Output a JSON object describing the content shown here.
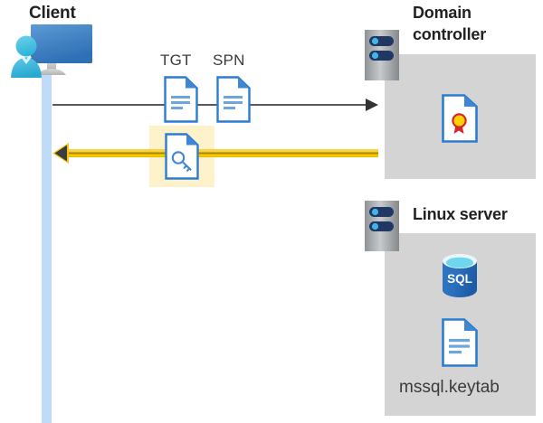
{
  "diagram": {
    "type": "kerberos-authentication-flow",
    "background": "#ffffff",
    "colors": {
      "panel_gray": "#d4d4d4",
      "lifeline_blue": "#bfdbf7",
      "highlight_yellow": "#fdf2c9",
      "arrow_yellow": "#f5c518",
      "arrow_gray": "#595959",
      "icon_blue": "#2b7cd3",
      "title_dark": "#212121",
      "label_gray": "#3b3b3b"
    }
  },
  "client": {
    "title": "Client",
    "icon": "user-with-monitor-icon",
    "lifeline": "client-lifeline"
  },
  "messages": [
    {
      "id": "request",
      "direction": "right",
      "style": "gray-thin-arrow",
      "artifacts": [
        {
          "label": "TGT",
          "icon": "document-icon"
        },
        {
          "label": "SPN",
          "icon": "document-icon"
        }
      ]
    },
    {
      "id": "response",
      "direction": "left",
      "style": "yellow-thick-arrow",
      "highlighted": true,
      "artifacts": [
        {
          "label": "",
          "icon": "document-key-icon"
        }
      ]
    }
  ],
  "domain_controller": {
    "title": "Domain\ncontroller",
    "server_icon": "server-icon",
    "contents": [
      {
        "icon": "certificate-document-icon",
        "label": ""
      }
    ]
  },
  "linux_server": {
    "title": "Linux server",
    "server_icon": "server-icon",
    "contents": [
      {
        "icon": "sql-database-icon",
        "label": "SQL"
      },
      {
        "icon": "document-icon",
        "label": "mssql.keytab"
      }
    ]
  }
}
